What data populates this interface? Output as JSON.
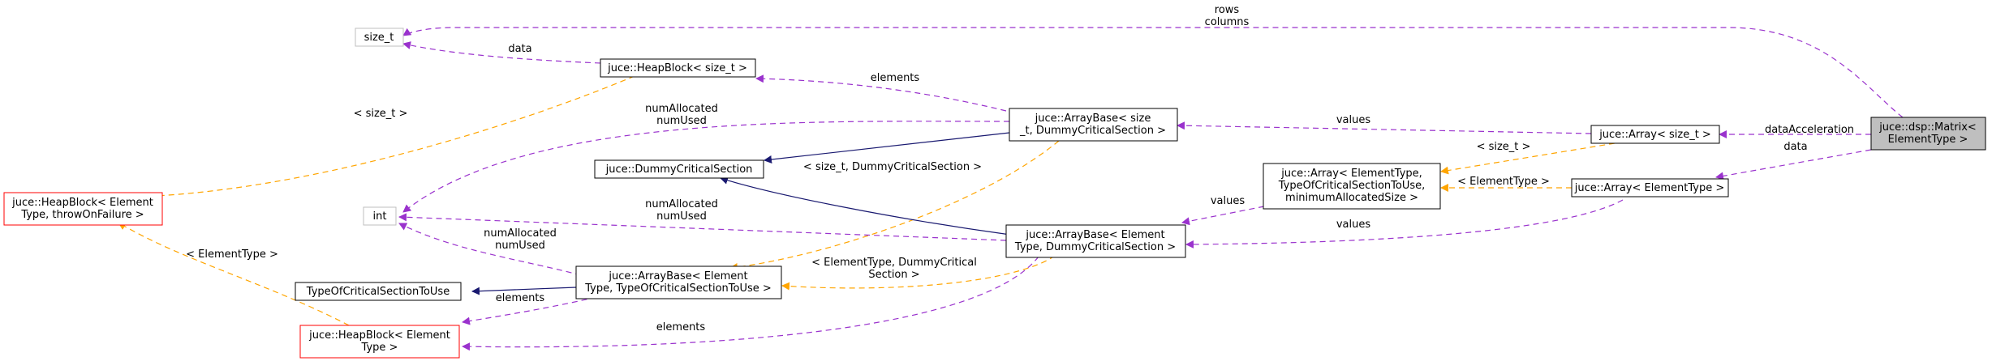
{
  "colors": {
    "usage_edge": "#9a32cd",
    "template_edge": "#ffa500",
    "inherit_edge": "#191970",
    "highlight_fill": "#bfbfbf",
    "red_border": "#ff0000",
    "gray_border": "#bfbfbf",
    "black_border": "#000000"
  },
  "nodes": {
    "matrix": [
      "juce::dsp::Matrix<",
      "ElementType >"
    ],
    "array_size_t": [
      "juce::Array< size_t >"
    ],
    "array_elementtype": [
      "juce::Array< ElementType >"
    ],
    "array_elementtype_full": [
      "juce::Array< ElementType,",
      "TypeOfCriticalSectionToUse,",
      "minimumAllocatedSize >"
    ],
    "arraybase_size_t": [
      "juce::ArrayBase< size",
      "_t, DummyCriticalSection >"
    ],
    "arraybase_elementtype_dummy": [
      "juce::ArrayBase< Element",
      "Type, DummyCriticalSection >"
    ],
    "arraybase_elementtype_tocs": [
      "juce::ArrayBase< Element",
      "Type, TypeOfCriticalSectionToUse >"
    ],
    "heapblock_size_t": [
      "juce::HeapBlock< size_t >"
    ],
    "heapblock_elementtype": [
      "juce::HeapBlock< Element",
      "Type >"
    ],
    "heapblock_full": [
      "juce::HeapBlock< Element",
      "Type, throwOnFailure >"
    ],
    "dummy_cs": [
      "juce::DummyCriticalSection"
    ],
    "typeofcs": [
      "TypeOfCriticalSectionToUse"
    ],
    "size_t": [
      "size_t"
    ],
    "int": [
      "int"
    ]
  },
  "edge_labels": {
    "rows_columns": [
      "rows",
      "columns"
    ],
    "data_acceleration": [
      "dataAcceleration"
    ],
    "data_matrix": [
      "data"
    ],
    "values_size_t": [
      "values"
    ],
    "size_t_template_array": [
      "< size_t >"
    ],
    "elementtype_template_array": [
      "< ElementType >"
    ],
    "values_array_full": [
      "values"
    ],
    "values_array_elementtype": [
      "values"
    ],
    "elements_heapblock_size_t": [
      "elements"
    ],
    "data_heapblock_size_t": [
      "data"
    ],
    "size_t_template_heapblock": [
      "< size_t >"
    ],
    "numallocated_top": [
      "numAllocated",
      "numUsed"
    ],
    "size_t_dummy_template": [
      "< size_t, DummyCriticalSection >"
    ],
    "numallocated_middle": [
      "numAllocated",
      "numUsed"
    ],
    "numallocated_bottom": [
      "numAllocated",
      "numUsed"
    ],
    "elementtype_dummy_template": [
      "< ElementType, DummyCritical",
      "Section >"
    ],
    "elements_tocs": [
      "elements"
    ],
    "elements_bottom": [
      "elements"
    ],
    "elementtype_heap_template": [
      "< ElementType >"
    ]
  }
}
